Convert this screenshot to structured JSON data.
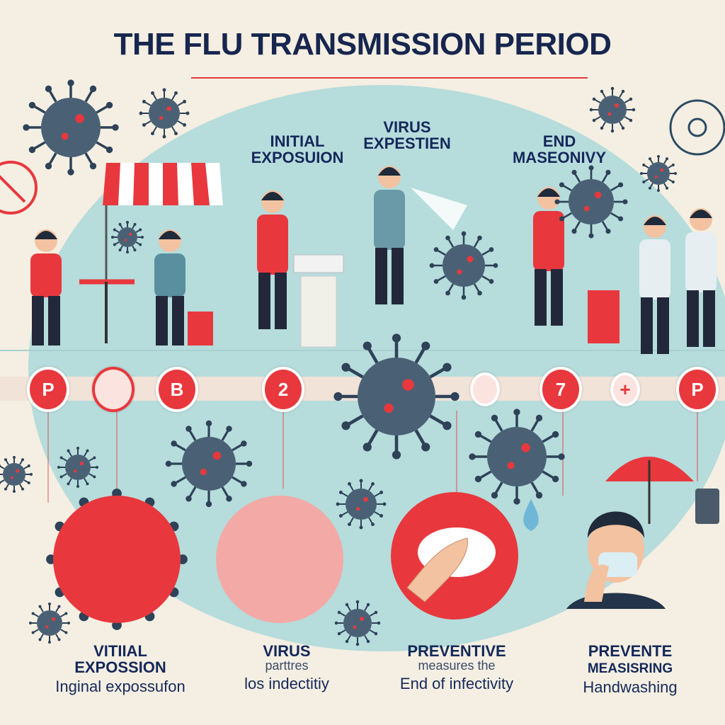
{
  "title": "THE FLU TRANSMISSION PERIOD",
  "stages": [
    {
      "line1": "INITIAL",
      "line2": "EXPOSUION"
    },
    {
      "line1": "VIRUS",
      "line2": "EXPESTIEN"
    },
    {
      "line1": "END",
      "line2": "MASEONIVY"
    }
  ],
  "timeline_badges": [
    "P",
    "",
    "B",
    "2",
    "",
    "7",
    "+",
    "P"
  ],
  "captions": [
    {
      "heading1": "VITIIAL",
      "heading2": "EXPOSSION",
      "sub": "Inginal expossufon"
    },
    {
      "heading1": "VIRUS",
      "mid": "parttres",
      "sub": "los indectitiy"
    },
    {
      "heading1": "PREVENTIVE",
      "mid": "measures the",
      "sub": "End of infectivity"
    },
    {
      "heading1": "PREVENTE",
      "heading2": "MEASISRING",
      "sub": "Handwashing"
    }
  ],
  "colors": {
    "red": "#e8383d",
    "navy": "#17264f",
    "teal": "#b6dcdc",
    "virus": "#4a6175",
    "cream": "#f4efe2"
  }
}
